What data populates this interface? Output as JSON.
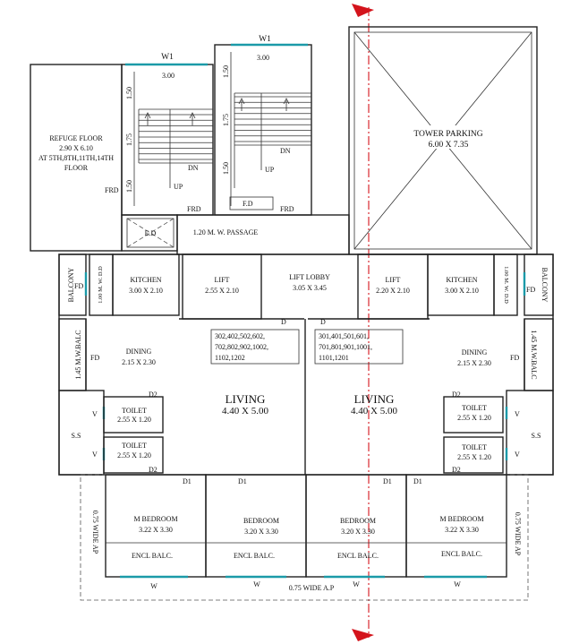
{
  "stair_left": {
    "window": "W1",
    "width_dim": "3.00",
    "dims": [
      "1.50",
      "1.75",
      "1.50"
    ],
    "up": "UP",
    "dn": "DN",
    "frd": "FRD"
  },
  "stair_right": {
    "window": "W1",
    "width_dim": "3.00",
    "dims": [
      "1.50",
      "1.75",
      "1.50"
    ],
    "up": "UP",
    "dn": "DN",
    "frd": "FRD",
    "fd": "F.D"
  },
  "refuge": {
    "line1": "REFUGE FLOOR",
    "line2": "2.90 X 6.10",
    "line3": "AT 5TH,8TH,11TH,14TH",
    "line4": "FLOOR"
  },
  "tower_parking": {
    "title": "TOWER PARKING",
    "size": "6.00 X 7.35"
  },
  "ed": "E.D",
  "frd_passage": "FRD",
  "passage": "1.20 M. W. PASSAGE",
  "lift_left": {
    "title": "LIFT",
    "size": "2.55 X 2.10"
  },
  "lift_right": {
    "title": "LIFT",
    "size": "2.20 X 2.10"
  },
  "lift_lobby": {
    "title": "LIFT LOBBY",
    "size": "3.05 X 3.45"
  },
  "kitchen_left": {
    "title": "KITCHEN",
    "size": "3.00 X 2.10"
  },
  "kitchen_right": {
    "title": "KITCHEN",
    "size": "3.00 X 2.10"
  },
  "balcony": "BALCONY",
  "fd": "FD",
  "dd": "1.00 M. W. D.D",
  "mwbalc": "1.45 M.W.BALC",
  "dining_left": {
    "title": "DINING",
    "size": "2.15 X 2.30"
  },
  "dining_right": {
    "title": "DINING",
    "size": "2.15 X 2.30"
  },
  "flats_left": [
    "302,402,502,602,",
    "702,802,902,1002,",
    "1102,1202"
  ],
  "flats_right": [
    "301,401,501,601,",
    "701,801,901,1001,",
    "1101,1201"
  ],
  "living_left": {
    "title": "LIVING",
    "size": "4.40 X 5.00"
  },
  "living_right": {
    "title": "LIVING",
    "size": "4.40 X 5.00"
  },
  "toilet": {
    "title": "TOILET",
    "size": "2.55 X 1.20"
  },
  "ss": "S.S",
  "v": "V",
  "d": "D",
  "d1": "D1",
  "d2": "D2",
  "bedrooms": [
    {
      "title": "M BEDROOM",
      "size": "3.22 X 3.30"
    },
    {
      "title": "BEDROOM",
      "size": "3.20 X 3.30"
    },
    {
      "title": "BEDROOM",
      "size": "3.20 X 3.30"
    },
    {
      "title": "M BEDROOM",
      "size": "3.22 X 3.30"
    }
  ],
  "encl_balc": "ENCL BALC.",
  "w": "W",
  "ap_bottom": "0.75 WIDE A.P",
  "ap_side": "0.75 WIDE AP"
}
